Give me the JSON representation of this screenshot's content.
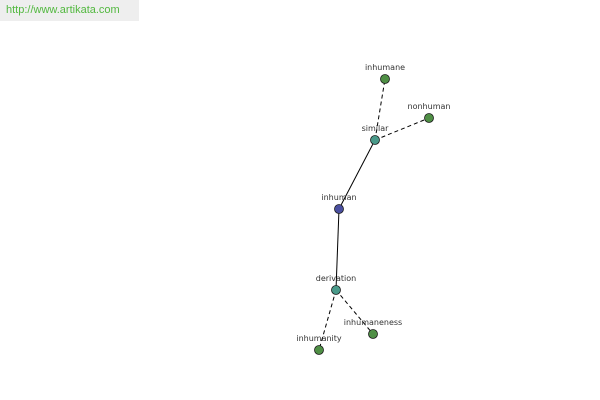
{
  "banner": {
    "url": "http://www.artikata.com"
  },
  "colors": {
    "root": "#4a4fa0",
    "relation": "#4a9a8a",
    "leaf": "#4f8f45",
    "edge": "#000000",
    "banner_text": "#52b83f"
  },
  "graph": {
    "nodes": [
      {
        "id": "inhuman",
        "label": "inhuman",
        "kind": "root"
      },
      {
        "id": "similar",
        "label": "similar",
        "kind": "relation"
      },
      {
        "id": "derivation",
        "label": "derivation",
        "kind": "relation"
      },
      {
        "id": "inhumane",
        "label": "inhumane",
        "kind": "leaf"
      },
      {
        "id": "nonhuman",
        "label": "nonhuman",
        "kind": "leaf"
      },
      {
        "id": "inhumanity",
        "label": "inhumanity",
        "kind": "leaf"
      },
      {
        "id": "inhumaneness",
        "label": "inhumaneness",
        "kind": "leaf"
      }
    ],
    "edges": [
      {
        "from": "inhuman",
        "to": "similar",
        "style": "solid"
      },
      {
        "from": "inhuman",
        "to": "derivation",
        "style": "solid"
      },
      {
        "from": "similar",
        "to": "inhumane",
        "style": "dashed"
      },
      {
        "from": "similar",
        "to": "nonhuman",
        "style": "dashed"
      },
      {
        "from": "derivation",
        "to": "inhumanity",
        "style": "dashed"
      },
      {
        "from": "derivation",
        "to": "inhumaneness",
        "style": "dashed"
      }
    ]
  }
}
